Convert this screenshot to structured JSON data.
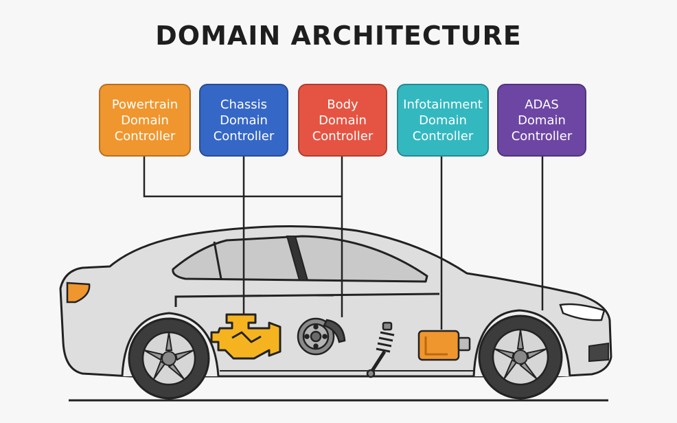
{
  "title": "DOMAIN ARCHITECTURE",
  "domains": [
    {
      "label": "Powertrain\nDomain\nController",
      "color": "#f0962e"
    },
    {
      "label": "Chassis\nDomain\nController",
      "color": "#3567c6"
    },
    {
      "label": "Body\nDomain\nController",
      "color": "#e55442"
    },
    {
      "label": "Infotainment\nDomain\nController",
      "color": "#33b8c0"
    },
    {
      "label": "ADAS\nDomain\nController",
      "color": "#6d46a3"
    }
  ],
  "components": [
    {
      "icon": "engine-icon",
      "color": "#f5b41f"
    },
    {
      "icon": "brake-disc-icon",
      "color": "#8a8a8a"
    },
    {
      "icon": "shock-absorber-icon",
      "color": "#8a8a8a"
    },
    {
      "icon": "oil-tank-icon",
      "color": "#f0962e"
    }
  ],
  "car_color": "#dedede"
}
